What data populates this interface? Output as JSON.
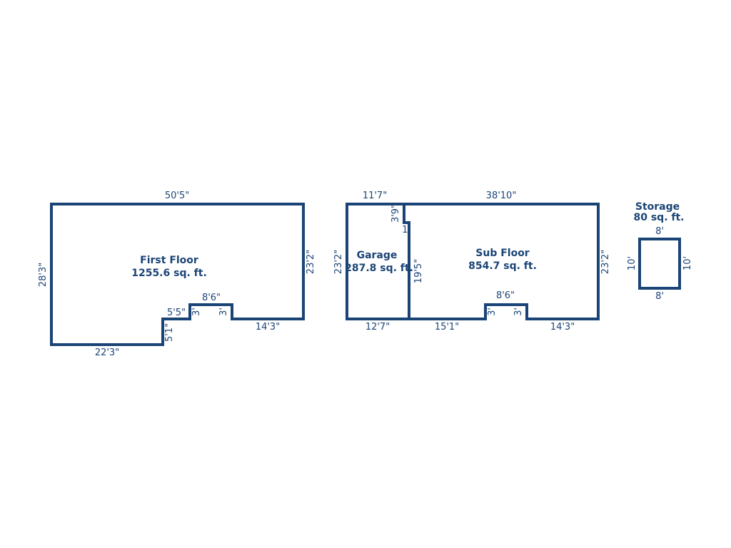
{
  "colors": {
    "wall": "#1b4476",
    "text": "#1b4476",
    "background": "#ffffff"
  },
  "first_floor": {
    "name": "First Floor",
    "area": "1255.6 sq. ft.",
    "dims": {
      "top": "50'5\"",
      "left": "28'3\"",
      "right": "23'2\"",
      "bottom_left": "22'3\"",
      "step_vertical": "5'1\"",
      "step_horizontal": "5'5\"",
      "bump_left": "3'",
      "bump_top": "8'6\"",
      "bump_right": "3'",
      "bottom_right": "14'3\""
    }
  },
  "garage": {
    "name": "Garage",
    "area": "287.8 sq. ft.",
    "dims": {
      "top": "11'7\"",
      "left": "23'2\"",
      "bottom": "12'7\"",
      "divider_top": "3'9\"",
      "divider_jog": "1'",
      "divider_lower": "19'5\""
    }
  },
  "sub_floor": {
    "name": "Sub Floor",
    "area": "854.7 sq. ft.",
    "dims": {
      "top": "38'10\"",
      "right": "23'2\"",
      "bottom_left": "15'1\"",
      "bump_left": "3'",
      "bump_top": "8'6\"",
      "bump_right": "3'",
      "bottom_right": "14'3\""
    }
  },
  "storage": {
    "name": "Storage",
    "area": "80 sq. ft.",
    "dims": {
      "top": "8'",
      "bottom": "8'",
      "left": "10'",
      "right": "10'"
    }
  }
}
